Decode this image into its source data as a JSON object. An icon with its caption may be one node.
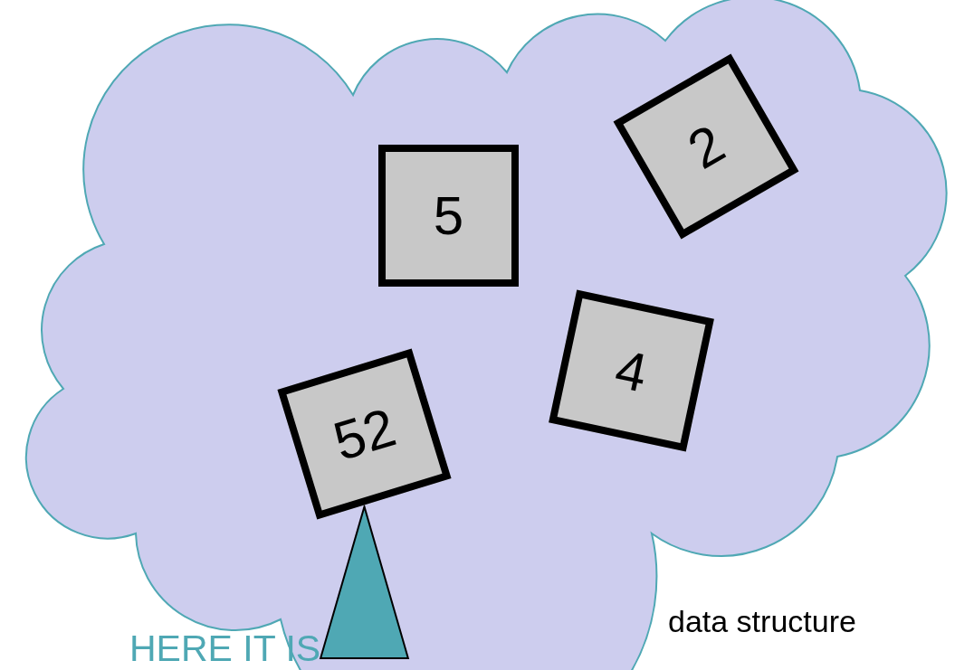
{
  "diagram": {
    "nodes": [
      {
        "text": [
          "data structure"
        ]
      },
      {
        "text": [
          "2"
        ],
        "in": 0
      },
      {
        "text": [
          "5"
        ],
        "in": 0
      },
      {
        "text": [
          "4"
        ],
        "in": 0
      },
      {
        "text": [
          "52"
        ],
        "in": 0
      },
      {
        "text": [
          "HERE IT IS"
        ]
      }
    ],
    "edges": [
      {
        "from": 5,
        "to": 4,
        "arrow": "to"
      }
    ]
  }
}
